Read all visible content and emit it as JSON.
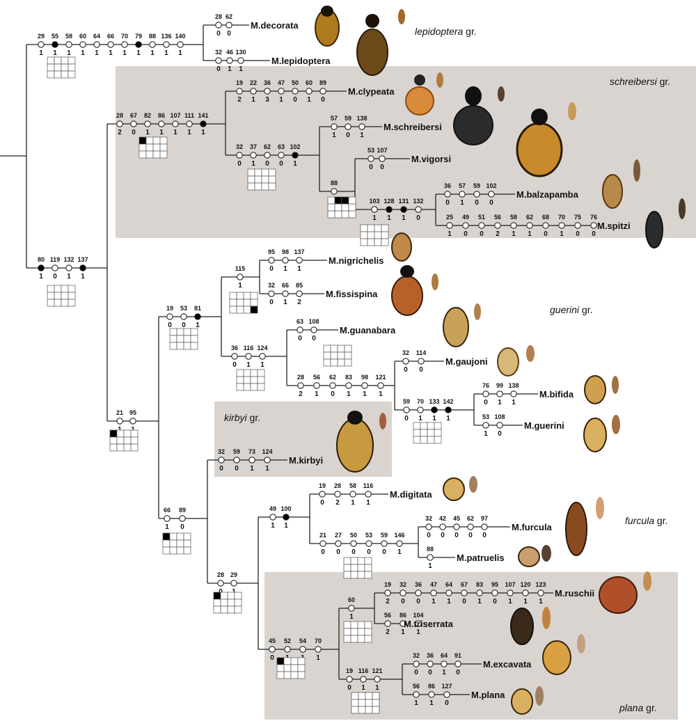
{
  "groups": [
    {
      "name_italic": "lepidoptera",
      "suffix": " gr."
    },
    {
      "name_italic": "schreibersi",
      "suffix": " gr."
    },
    {
      "name_italic": "guerini",
      "suffix": " gr."
    },
    {
      "name_italic": "kirbyi",
      "suffix": " gr."
    },
    {
      "name_italic": "furcula",
      "suffix": " gr."
    },
    {
      "name_italic": "plana",
      "suffix": " gr."
    }
  ],
  "taxa": [
    "M.decorata",
    "M.lepidoptera",
    "M.clypeata",
    "M.schreibersi",
    "M.vigorsi",
    "M.balzapamba",
    "M.spitzi",
    "M.nigrichelis",
    "M.fissispina",
    "M.guanabara",
    "M.gaujoni",
    "M.bifida",
    "M.guerini",
    "M.kirbyi",
    "M.digitata",
    "M.furcula",
    "M.patruelis",
    "M.ruschii",
    "M.triserrata",
    "M.excavata",
    "M.plana"
  ],
  "colors": {
    "shade": "#d9d4cf",
    "line": "#222222",
    "filled": "#000000",
    "open": "#ffffff"
  },
  "branches": [
    {
      "chars": [
        "28",
        "62"
      ],
      "states": [
        "0",
        "0"
      ],
      "filled": [
        0,
        0
      ]
    },
    {
      "chars": [
        "32",
        "46",
        "130"
      ],
      "states": [
        "0",
        "1",
        "1"
      ],
      "filled": [
        0,
        0,
        0
      ]
    },
    {
      "chars": [
        "29",
        "55",
        "58",
        "60",
        "64",
        "66",
        "70",
        "79",
        "88",
        "136",
        "140"
      ],
      "states": [
        "1",
        "1",
        "1",
        "1",
        "1",
        "1",
        "1",
        "1",
        "1",
        "1",
        "1"
      ],
      "filled": [
        0,
        1,
        0,
        0,
        0,
        0,
        0,
        1,
        0,
        0,
        0
      ]
    },
    {
      "chars": [
        "19",
        "22",
        "36",
        "47",
        "50",
        "60",
        "89"
      ],
      "states": [
        "2",
        "1",
        "3",
        "1",
        "0",
        "1",
        "0"
      ],
      "filled": [
        0,
        0,
        0,
        0,
        0,
        0,
        0
      ]
    },
    {
      "chars": [
        "28",
        "67",
        "82",
        "86",
        "107",
        "111",
        "141"
      ],
      "states": [
        "2",
        "0",
        "1",
        "1",
        "1",
        "1",
        "1"
      ],
      "filled": [
        0,
        0,
        0,
        0,
        0,
        0,
        1
      ]
    },
    {
      "chars": [
        "57",
        "59",
        "138"
      ],
      "states": [
        "1",
        "0",
        "1"
      ],
      "filled": [
        0,
        0,
        0
      ]
    },
    {
      "chars": [
        "32",
        "37",
        "62",
        "63",
        "102"
      ],
      "states": [
        "0",
        "1",
        "0",
        "0",
        "1"
      ],
      "filled": [
        0,
        0,
        0,
        0,
        1
      ]
    },
    {
      "chars": [
        "53",
        "107"
      ],
      "states": [
        "0",
        "0"
      ],
      "filled": [
        0,
        0
      ]
    },
    {
      "chars": [
        "88"
      ],
      "states": [
        "1"
      ],
      "filled": [
        0
      ]
    },
    {
      "chars": [
        "36",
        "57",
        "59",
        "102"
      ],
      "states": [
        "0",
        "1",
        "0",
        "0"
      ],
      "filled": [
        0,
        0,
        0,
        0
      ]
    },
    {
      "chars": [
        "103",
        "128",
        "131",
        "132"
      ],
      "states": [
        "1",
        "1",
        "1",
        "0"
      ],
      "filled": [
        0,
        1,
        1,
        0
      ]
    },
    {
      "chars": [
        "25",
        "49",
        "51",
        "56",
        "58",
        "62",
        "68",
        "70",
        "75",
        "76"
      ],
      "states": [
        "1",
        "0",
        "0",
        "2",
        "1",
        "1",
        "0",
        "1",
        "0",
        "0"
      ],
      "filled": [
        0,
        0,
        0,
        0,
        0,
        0,
        0,
        0,
        0,
        0
      ]
    },
    {
      "chars": [
        "80",
        "119",
        "132",
        "137"
      ],
      "states": [
        "1",
        "0",
        "1",
        "1"
      ],
      "filled": [
        1,
        0,
        0,
        1
      ]
    },
    {
      "chars": [
        "95",
        "98",
        "137"
      ],
      "states": [
        "0",
        "1",
        "1"
      ],
      "filled": [
        0,
        0,
        0
      ]
    },
    {
      "chars": [
        "115"
      ],
      "states": [
        "1"
      ],
      "filled": [
        0
      ]
    },
    {
      "chars": [
        "32",
        "66",
        "85"
      ],
      "states": [
        "0",
        "1",
        "2"
      ],
      "filled": [
        0,
        0,
        0
      ]
    },
    {
      "chars": [
        "19",
        "53",
        "81"
      ],
      "states": [
        "0",
        "0",
        "1"
      ],
      "filled": [
        0,
        0,
        1
      ]
    },
    {
      "chars": [
        "63",
        "108"
      ],
      "states": [
        "0",
        "0"
      ],
      "filled": [
        0,
        0
      ]
    },
    {
      "chars": [
        "36",
        "116",
        "124"
      ],
      "states": [
        "0",
        "1",
        "1"
      ],
      "filled": [
        0,
        0,
        0
      ]
    },
    {
      "chars": [
        "32",
        "114"
      ],
      "states": [
        "0",
        "0"
      ],
      "filled": [
        0,
        0
      ]
    },
    {
      "chars": [
        "28",
        "56",
        "62",
        "83",
        "98",
        "121"
      ],
      "states": [
        "2",
        "1",
        "0",
        "1",
        "1",
        "1"
      ],
      "filled": [
        0,
        0,
        0,
        0,
        0,
        0
      ]
    },
    {
      "chars": [
        "76",
        "99",
        "138"
      ],
      "states": [
        "0",
        "1",
        "1"
      ],
      "filled": [
        0,
        0,
        0
      ]
    },
    {
      "chars": [
        "59",
        "70",
        "133",
        "142"
      ],
      "states": [
        "0",
        "1",
        "1",
        "1"
      ],
      "filled": [
        0,
        0,
        1,
        1
      ]
    },
    {
      "chars": [
        "53",
        "108"
      ],
      "states": [
        "1",
        "0"
      ],
      "filled": [
        0,
        0
      ]
    },
    {
      "chars": [
        "21",
        "95"
      ],
      "states": [
        "1",
        "1"
      ],
      "filled": [
        0,
        0
      ]
    },
    {
      "chars": [
        "32",
        "59",
        "73",
        "124"
      ],
      "states": [
        "0",
        "0",
        "1",
        "1"
      ],
      "filled": [
        0,
        0,
        0,
        0
      ]
    },
    {
      "chars": [
        "19",
        "28",
        "58",
        "116"
      ],
      "states": [
        "0",
        "2",
        "1",
        "1"
      ],
      "filled": [
        0,
        0,
        0,
        0
      ]
    },
    {
      "chars": [
        "49",
        "100"
      ],
      "states": [
        "1",
        "1"
      ],
      "filled": [
        0,
        1
      ]
    },
    {
      "chars": [
        "32",
        "42",
        "45",
        "62",
        "97"
      ],
      "states": [
        "0",
        "0",
        "0",
        "0",
        "0"
      ],
      "filled": [
        0,
        0,
        0,
        0,
        0
      ]
    },
    {
      "chars": [
        "21",
        "27",
        "50",
        "53",
        "59",
        "146"
      ],
      "states": [
        "0",
        "0",
        "0",
        "0",
        "0",
        "1"
      ],
      "filled": [
        0,
        0,
        0,
        0,
        0,
        0
      ]
    },
    {
      "chars": [
        "88"
      ],
      "states": [
        "1"
      ],
      "filled": [
        0
      ]
    },
    {
      "chars": [
        "66",
        "89"
      ],
      "states": [
        "1",
        "0"
      ],
      "filled": [
        0,
        0
      ]
    },
    {
      "chars": [
        "28",
        "29"
      ],
      "states": [
        "0",
        "1"
      ],
      "filled": [
        0,
        0
      ]
    },
    {
      "chars": [
        "19",
        "32",
        "36",
        "47",
        "64",
        "67",
        "83",
        "95",
        "107",
        "120",
        "123"
      ],
      "states": [
        "2",
        "0",
        "0",
        "1",
        "1",
        "0",
        "1",
        "0",
        "1",
        "1",
        "1"
      ],
      "filled": [
        0,
        0,
        0,
        0,
        0,
        0,
        0,
        0,
        0,
        0,
        0
      ]
    },
    {
      "chars": [
        "60"
      ],
      "states": [
        "1"
      ],
      "filled": [
        0
      ]
    },
    {
      "chars": [
        "56",
        "86",
        "104"
      ],
      "states": [
        "2",
        "1",
        "1"
      ],
      "filled": [
        0,
        0,
        0
      ]
    },
    {
      "chars": [
        "32",
        "36",
        "64",
        "91"
      ],
      "states": [
        "0",
        "0",
        "1",
        "0"
      ],
      "filled": [
        0,
        0,
        0,
        0
      ]
    },
    {
      "chars": [
        "19",
        "116",
        "121"
      ],
      "states": [
        "0",
        "1",
        "1"
      ],
      "filled": [
        0,
        0,
        0
      ]
    },
    {
      "chars": [
        "56",
        "86",
        "127"
      ],
      "states": [
        "1",
        "1",
        "0"
      ],
      "filled": [
        0,
        0,
        0
      ]
    },
    {
      "chars": [
        "45",
        "52",
        "54",
        "70"
      ],
      "states": [
        "0",
        "1",
        "1",
        "1"
      ],
      "filled": [
        0,
        0,
        0,
        0
      ]
    }
  ],
  "grids": [
    {
      "filled": []
    },
    {
      "filled": [
        0
      ]
    },
    {
      "filled": []
    },
    {
      "filled": [
        1,
        2
      ]
    },
    {
      "filled": []
    },
    {
      "filled": []
    },
    {
      "filled": [
        11
      ]
    },
    {
      "filled": []
    },
    {
      "filled": []
    },
    {
      "filled": []
    },
    {
      "filled": []
    },
    {
      "filled": [
        0
      ]
    },
    {
      "filled": [
        0
      ]
    },
    {
      "filled": []
    },
    {
      "filled": [
        0
      ]
    },
    {
      "filled": []
    },
    {
      "filled": [
        0
      ]
    },
    {
      "filled": [
        0
      ]
    },
    {
      "filled": []
    }
  ]
}
